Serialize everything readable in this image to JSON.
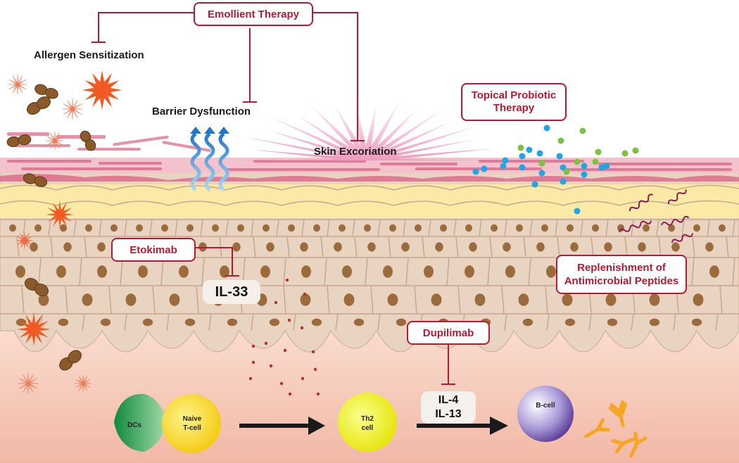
{
  "therapies": {
    "emollient": "Emollient Therapy",
    "topical_probiotic": "Topical Probiotic Therapy",
    "etokimab": "Etokimab",
    "dupilimab": "Dupilimab",
    "antimicrobial_line1": "Replenishment of",
    "antimicrobial_line2": "Antimicrobial Peptides"
  },
  "targets": {
    "allergen": "Allergen Sensitization",
    "barrier": "Barrier Dysfunction",
    "excoriation": "Skin Excoriation"
  },
  "cytokines": {
    "il33": "IL-33",
    "il4": "IL-4",
    "il13": "IL-13"
  },
  "cells": {
    "dcs": "DCs",
    "naive_line1": "Naive",
    "naive_line2": "T-cell",
    "th2_line1": "Th2",
    "th2_line2": "cell",
    "bcell": "B-cell"
  },
  "colors": {
    "therapy_red": "#b31b34",
    "skin_pink": "#e89aa9",
    "tissue_tan": "#e8d2c0",
    "nucleus": "#9b6b3c",
    "dermis": "#f6c9b8",
    "probiotic_blue": "#1ea6e6",
    "probiotic_green": "#7cc242",
    "allergen_orange": "#f15a22",
    "antibody_orange": "#f5a623"
  }
}
